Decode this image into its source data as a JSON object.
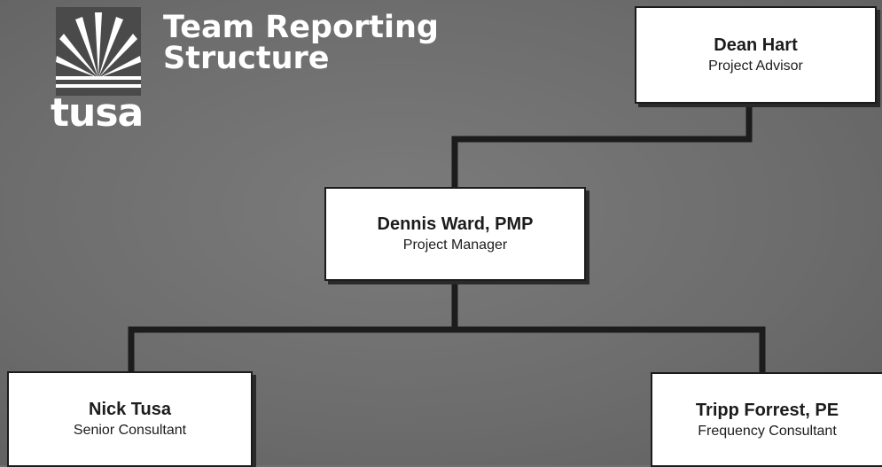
{
  "header": {
    "title_line1": "Team Reporting",
    "title_line2": "Structure",
    "logo_text": "tusa"
  },
  "org_chart": {
    "top_advisor": {
      "name": "Dean Hart",
      "role": "Project Advisor"
    },
    "manager": {
      "name": "Dennis Ward, PMP",
      "role": "Project Manager"
    },
    "reports": [
      {
        "name": "Nick Tusa",
        "role": "Senior Consultant"
      },
      {
        "name": "Tripp Forrest, PE",
        "role": "Frequency Consultant"
      }
    ]
  },
  "colors": {
    "background": "#6f6f6f",
    "box_fill": "#ffffff",
    "box_border": "#1c1c1c",
    "connector": "#1c1c1c",
    "title_text": "#ffffff"
  }
}
